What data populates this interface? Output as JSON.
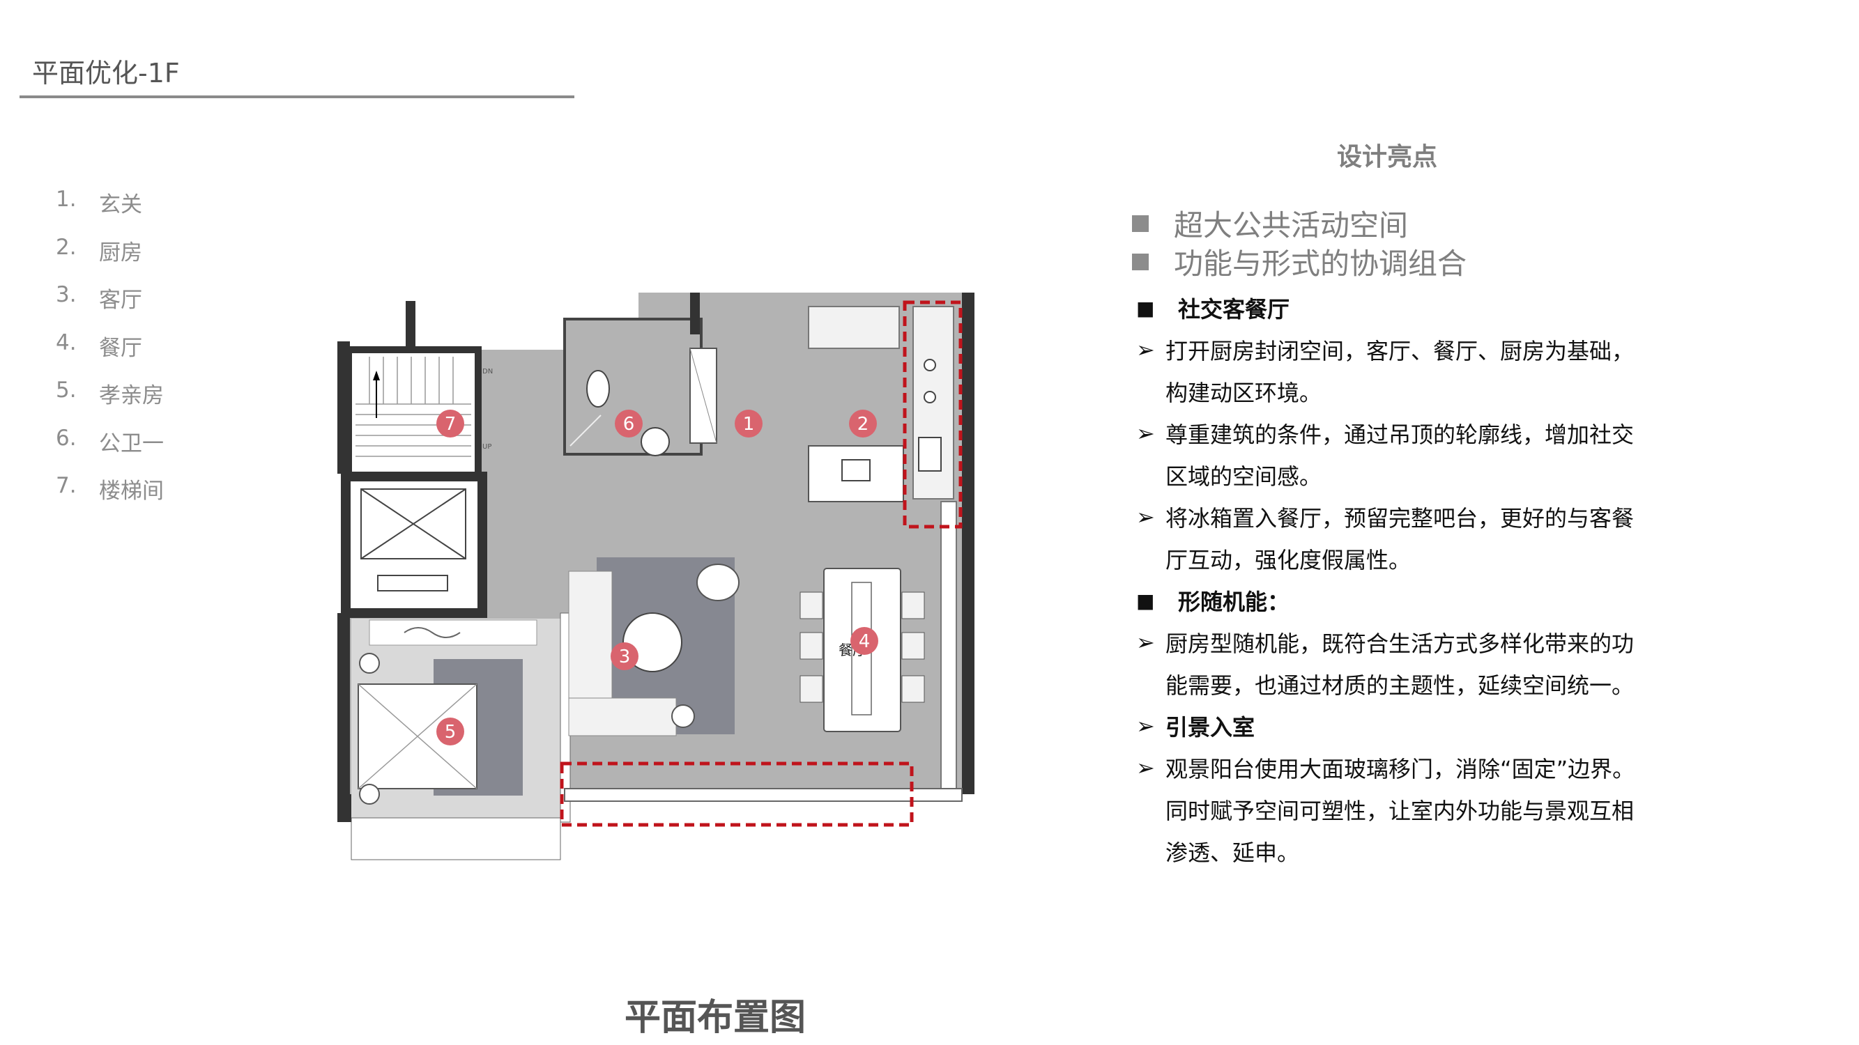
{
  "page": {
    "title": "平面优化-1F",
    "caption": "平面布置图"
  },
  "legend": [
    {
      "num": "1.",
      "label": "玄关"
    },
    {
      "num": "2.",
      "label": "厨房"
    },
    {
      "num": "3.",
      "label": "客厅"
    },
    {
      "num": "4.",
      "label": "餐厅"
    },
    {
      "num": "5.",
      "label": "孝亲房"
    },
    {
      "num": "6.",
      "label": "公卫一"
    },
    {
      "num": "7.",
      "label": "楼梯间"
    }
  ],
  "plan": {
    "markers": [
      "1",
      "2",
      "3",
      "4",
      "5",
      "6",
      "7"
    ],
    "dining_text": "餐厅",
    "stair_dn": "DN",
    "stair_up": "UP",
    "marker_color": "#d9646e",
    "highlight_color": "#c0141c"
  },
  "highlights": {
    "title": "设计亮点",
    "bullets": [
      "超大公共活动空间",
      "功能与形式的协调组合"
    ],
    "section1": {
      "heading": "社交客餐厅",
      "items": [
        [
          "打开厨房封闭空间，客厅、餐厅、厨房为基础，",
          "构建动区环境。"
        ],
        [
          "尊重建筑的条件，通过吊顶的轮廓线，增加社交",
          "区域的空间感。"
        ],
        [
          "将冰箱置入餐厅，预留完整吧台，更好的与客餐",
          "厅互动，强化度假属性。"
        ]
      ]
    },
    "section2": {
      "heading": "形随机能：",
      "items": [
        [
          "厨房型随机能，既符合生活方式多样化带来的功",
          "能需要，也通过材质的主题性，延续空间统一。"
        ]
      ]
    },
    "section3": {
      "heading": "引景入室",
      "items": [
        [
          "观景阳台使用大面玻璃移门，消除“固定”边界。",
          "同时赋予空间可塑性，让室内外功能与景观互相",
          "渗透、延申。"
        ]
      ]
    }
  }
}
